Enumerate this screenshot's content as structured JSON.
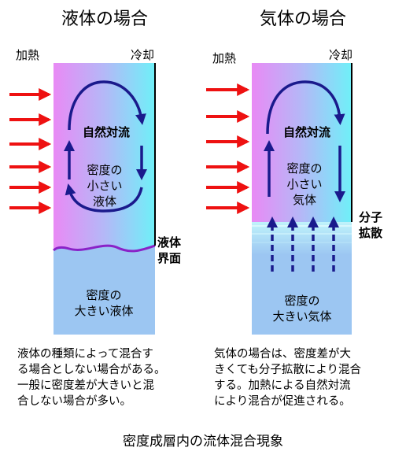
{
  "left": {
    "title": "液体の場合",
    "heat_label": "加熱",
    "cool_label": "冷却",
    "convection_label": "自然対流",
    "upper_label": [
      "密度の",
      "小さい",
      "液体"
    ],
    "interface_label": [
      "液体",
      "界面"
    ],
    "lower_label": [
      "密度の",
      "大きい液体"
    ],
    "description": [
      "液体の種類によって混合す",
      "る場合としない場合がある。",
      "一般に密度差が大きいと混",
      "合しない場合が多い。"
    ]
  },
  "right": {
    "title": "気体の場合",
    "heat_label": "加熱",
    "cool_label": "冷却",
    "convection_label": "自然対流",
    "upper_label": [
      "密度の",
      "小さい",
      "気体"
    ],
    "diffusion_label": [
      "分子",
      "拡散"
    ],
    "lower_label": [
      "密度の",
      "大きい気体"
    ],
    "description": [
      "気体の場合は、密度差が大",
      "きくても分子拡散により混合",
      "する。加熱による自然対流",
      "により混合が促進される。"
    ]
  },
  "caption": "密度成層内の流体混合現象",
  "colors": {
    "heat_arrow": "#ee1111",
    "flow_arrow": "#1a1a8c",
    "interface": "#8a22c8",
    "lower_fluid": "#9cc6f2",
    "upper_hot": "#e98af5",
    "upper_cold": "#6ff0f8"
  }
}
